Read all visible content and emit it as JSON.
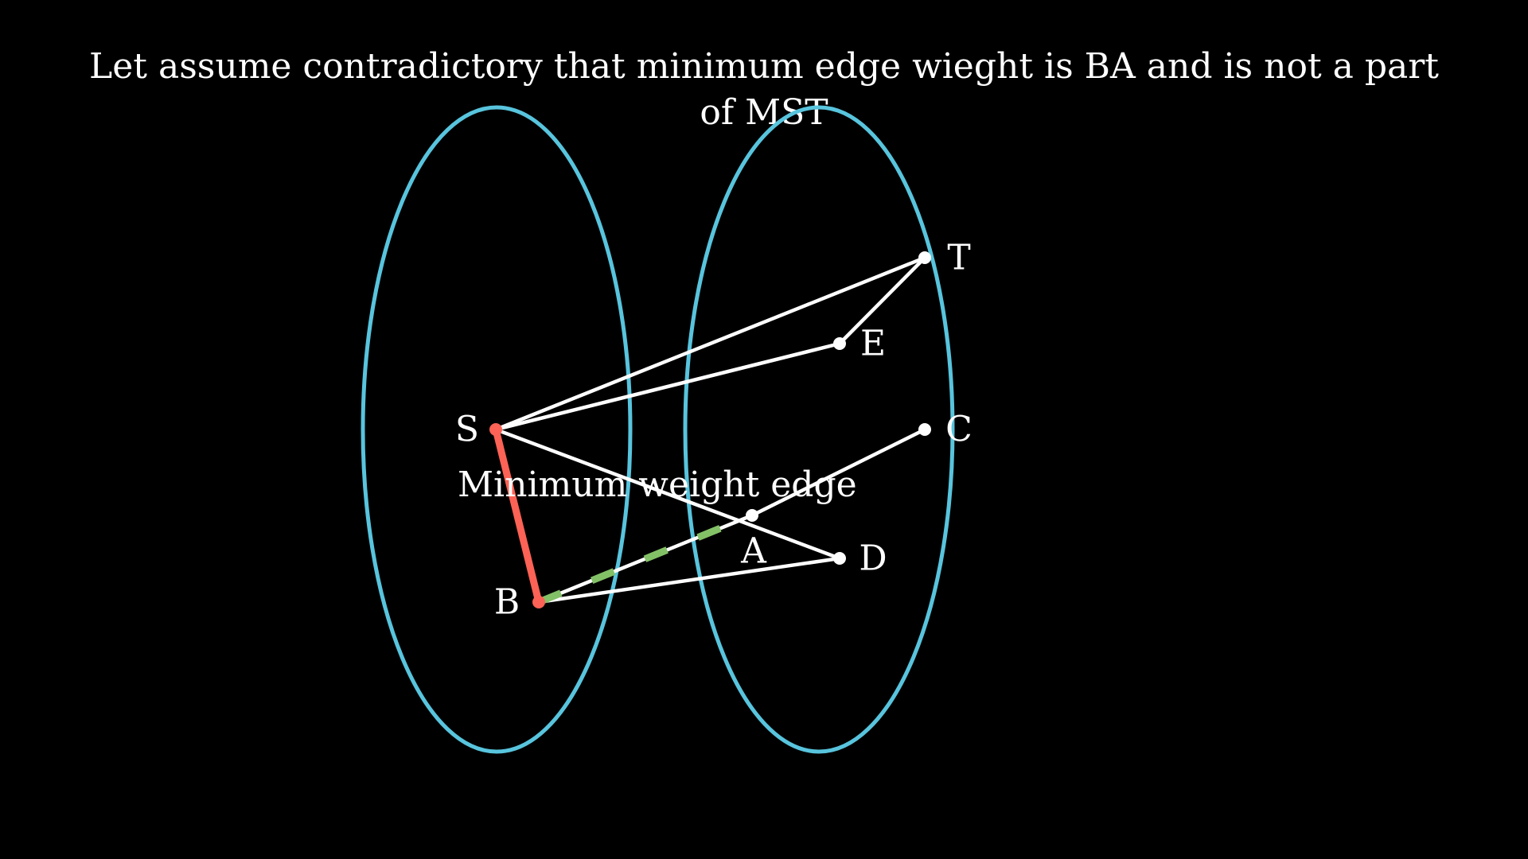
{
  "title": "Let assume contradictory that minimum edge wieght is BA and is not a part of MST",
  "annotation": "Minimum weight edge",
  "colors": {
    "background": "#000000",
    "partition": "#58c4dd",
    "edge": "#ffffff",
    "highlight": "#fc6255",
    "dashed": "#83c167",
    "text": "#ffffff"
  },
  "nodes": [
    {
      "id": "S",
      "label": "S"
    },
    {
      "id": "B",
      "label": "B"
    },
    {
      "id": "T",
      "label": "T"
    },
    {
      "id": "E",
      "label": "E"
    },
    {
      "id": "C",
      "label": "C"
    },
    {
      "id": "A",
      "label": "A"
    },
    {
      "id": "D",
      "label": "D"
    }
  ],
  "edges": [
    {
      "from": "S",
      "to": "T",
      "style": "solid"
    },
    {
      "from": "S",
      "to": "E",
      "style": "solid"
    },
    {
      "from": "S",
      "to": "D",
      "style": "solid"
    },
    {
      "from": "T",
      "to": "E",
      "style": "solid"
    },
    {
      "from": "A",
      "to": "C",
      "style": "solid"
    },
    {
      "from": "B",
      "to": "D",
      "style": "solid"
    },
    {
      "from": "S",
      "to": "B",
      "style": "highlight"
    },
    {
      "from": "B",
      "to": "A",
      "style": "dashed"
    }
  ]
}
